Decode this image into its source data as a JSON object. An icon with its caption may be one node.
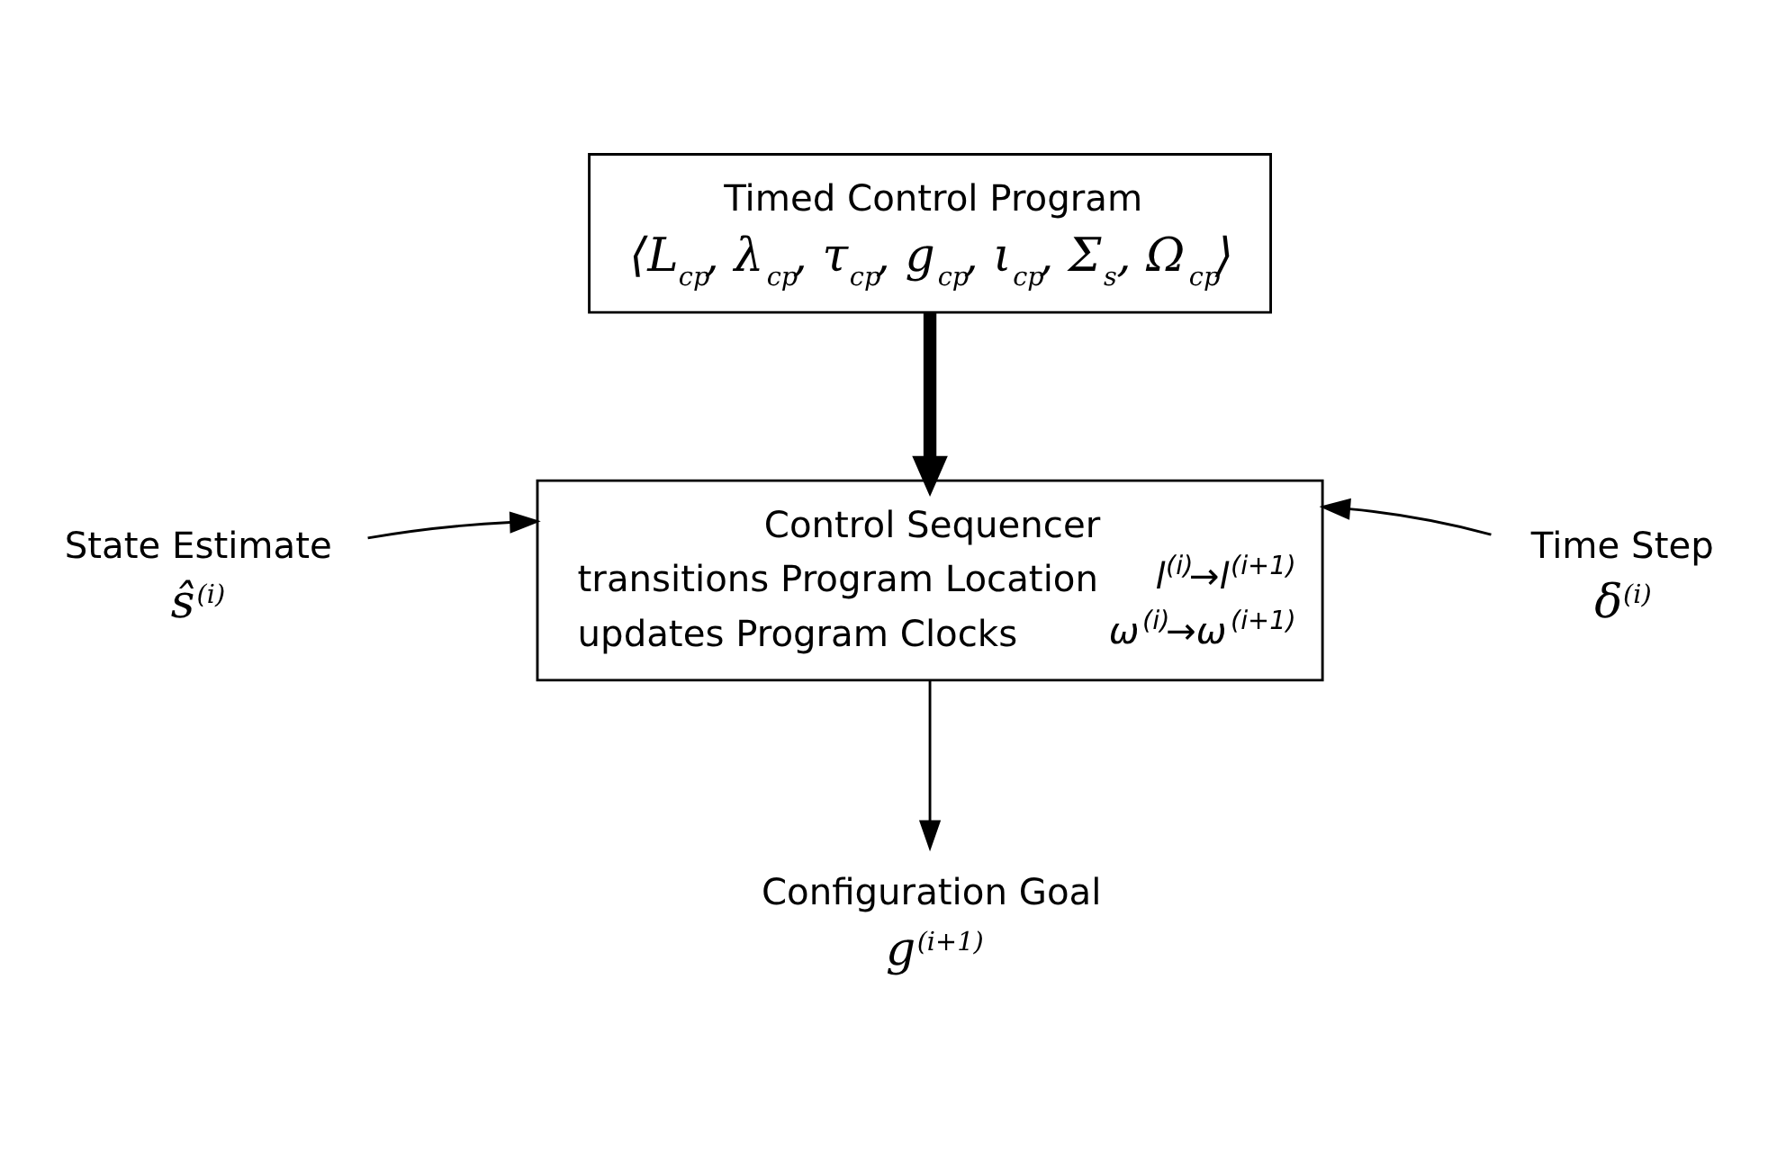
{
  "diagram": {
    "nodes": [
      {
        "text": [
          "Timed Control Program",
          "⟨L$_{cp}$, λ$_{cp}$, τ$_{cp}$, g$_{cp}$, ι$_{cp}$, Σ$_{s}$, Ω$_{cp}$⟩"
        ]
      },
      {
        "text": [
          "Control Sequencer",
          "transitions Program Location",
          "l$^{(i)}$→l$^{(i+1)}$",
          "updates Program Clocks",
          "ω$^{(i)}$→ω$^{(i+1)}$"
        ]
      },
      {
        "text": [
          "State Estimate",
          "ŝ$^{(i)}$"
        ]
      },
      {
        "text": [
          "Time Step",
          "δ$^{(i)}$"
        ]
      },
      {
        "text": [
          "Configuration Goal",
          "g$^{(i+1)}$"
        ]
      }
    ],
    "edges": [
      {
        "from": 0,
        "to": 1,
        "arrow": "to",
        "style": "thick"
      },
      {
        "from": 2,
        "to": 1,
        "arrow": "to"
      },
      {
        "from": 3,
        "to": 1,
        "arrow": "to"
      },
      {
        "from": 1,
        "to": 4,
        "arrow": "to"
      }
    ]
  }
}
